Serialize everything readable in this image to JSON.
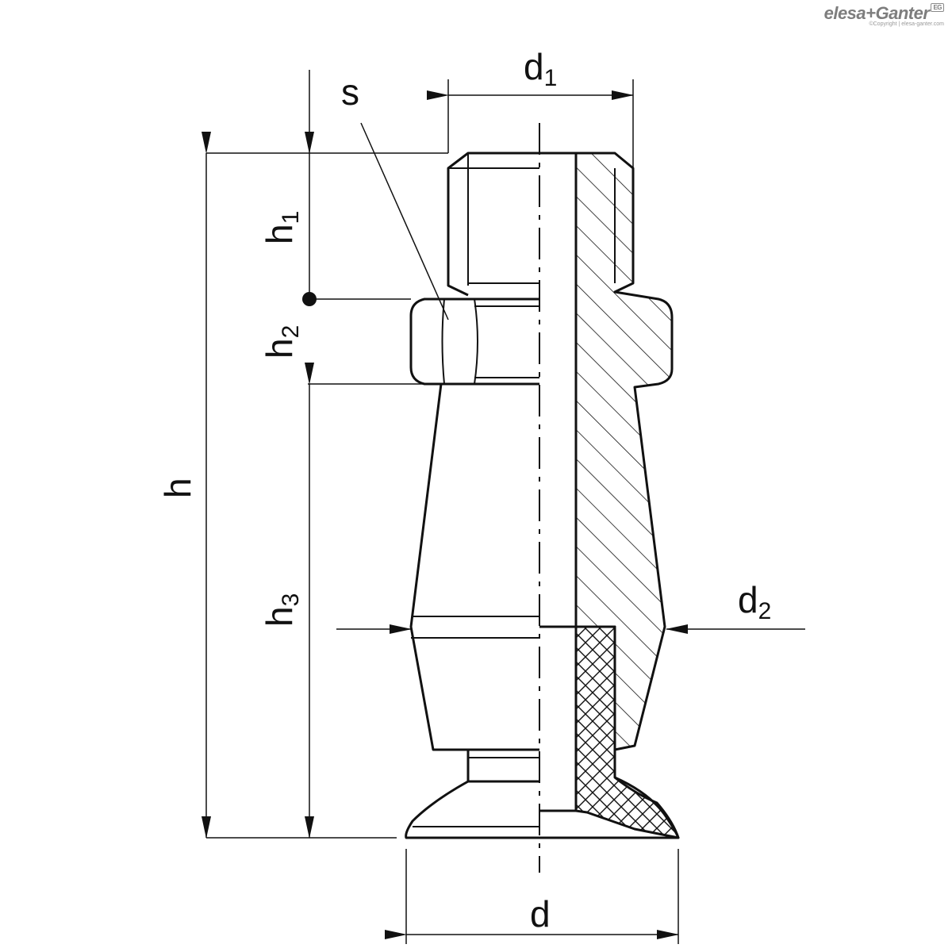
{
  "brand": {
    "logo_left": "elesa",
    "logo_plus": "+",
    "logo_right": "Ganter",
    "badge": "EG",
    "copyright": "©Copyright | elesa-ganter.com"
  },
  "labels": {
    "d1": {
      "base": "d",
      "sub": "1"
    },
    "s": {
      "base": "s",
      "sub": ""
    },
    "h1": {
      "base": "h",
      "sub": "1"
    },
    "h2": {
      "base": "h",
      "sub": "2"
    },
    "h": {
      "base": "h",
      "sub": ""
    },
    "h3": {
      "base": "h",
      "sub": "3"
    },
    "d2": {
      "base": "d",
      "sub": "2"
    },
    "d": {
      "base": "d",
      "sub": ""
    }
  },
  "colors": {
    "line": "#111111",
    "background": "#ffffff",
    "brand": "#7d7d7d"
  }
}
